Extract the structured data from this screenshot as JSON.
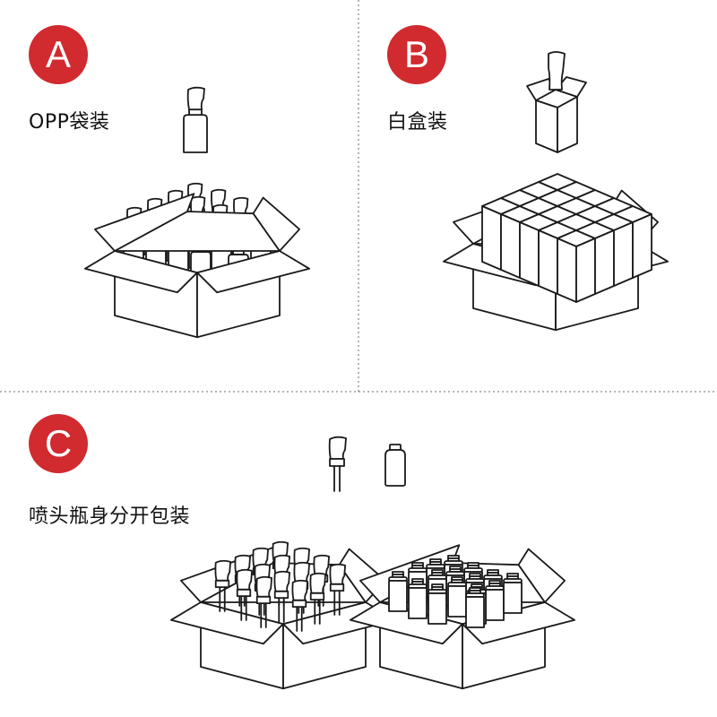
{
  "colors": {
    "badge": "#d12a2f",
    "line": "#1a1a1a",
    "divider": "#8a8a8a"
  },
  "sections": [
    {
      "letter": "A",
      "label": "OPP袋装"
    },
    {
      "letter": "B",
      "label": "白盒装"
    },
    {
      "letter": "C",
      "label": "喷头瓶身分开包装"
    }
  ],
  "icons": {
    "A": [
      "spray-bottle-icon",
      "open-carton-icon",
      "bottles-grid-icon"
    ],
    "B": [
      "boxed-bottle-icon",
      "open-carton-icon",
      "white-boxes-grid-icon"
    ],
    "C": [
      "spray-nozzle-icon",
      "bottle-body-icon",
      "open-carton-icon",
      "nozzles-grid-icon",
      "bottle-bodies-grid-icon"
    ]
  }
}
